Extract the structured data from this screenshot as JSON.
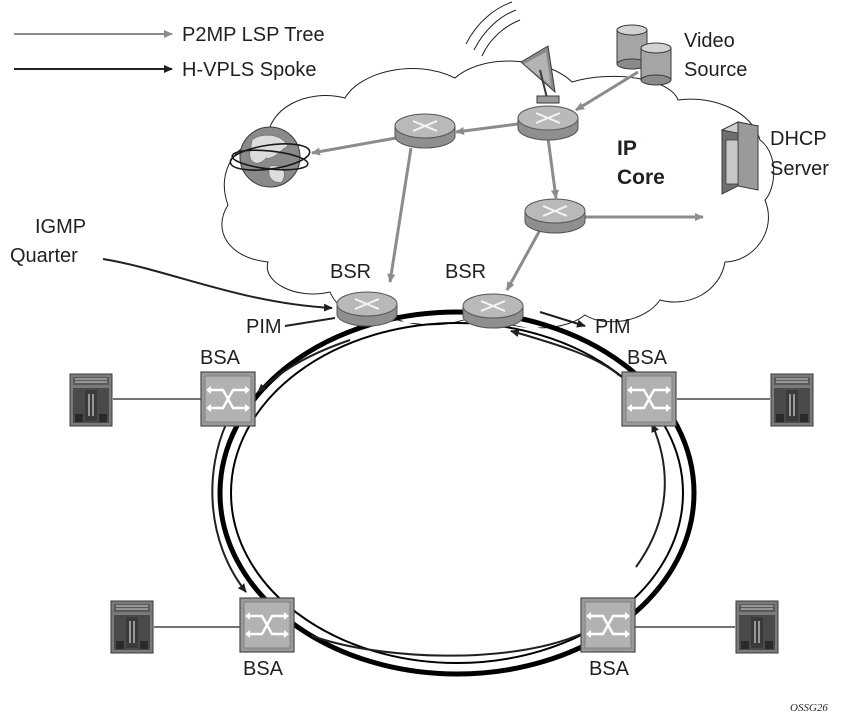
{
  "legend": {
    "p2mp_label": "P2MP LSP Tree",
    "hvpls_label": "H-VPLS Spoke"
  },
  "labels": {
    "video_line1": "Video",
    "video_line2": "Source",
    "dhcp_line1": "DHCP",
    "dhcp_line2": "Server",
    "ipcore_line1": "IP",
    "ipcore_line2": "Core",
    "igmp_line1": "IGMP",
    "igmp_line2": "Quarter",
    "bsr_left": "BSR",
    "bsr_right": "BSR",
    "pim_left": "PIM",
    "pim_right": "PIM",
    "bsa_top_left": "BSA",
    "bsa_top_right": "BSA",
    "bsa_bottom_left": "BSA",
    "bsa_bottom_right": "BSA",
    "figure_id": "OSSG26"
  },
  "colors": {
    "p2mp_arrow": "#8c8c8c",
    "hvpls_arrow": "#231f20",
    "router_fill": "#a9a9a9",
    "switch_fill": "#9a9a9a",
    "ring_stroke": "#000000"
  },
  "icons": {
    "router": "router-icon",
    "switch": "switch-icon",
    "server": "server-icon",
    "globe": "globe-icon",
    "satellite": "satellite-dish-icon",
    "database": "database-icon"
  }
}
